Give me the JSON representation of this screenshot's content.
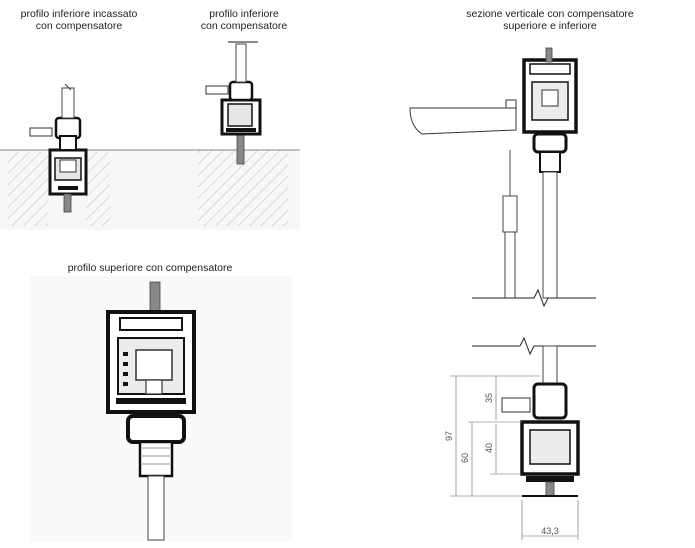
{
  "captions": {
    "recessed_bottom": [
      "profilo inferiore incassato",
      "con compensatore"
    ],
    "bottom": [
      "profilo inferiore",
      "con compensatore"
    ],
    "vertical_section": [
      "sezione verticale con compensatore",
      "superiore e inferiore"
    ],
    "top": [
      "profilo superiore con compensatore"
    ]
  },
  "dimensions": {
    "d35": "35",
    "d40": "40",
    "d60": "60",
    "d97": "97",
    "width": "43,3"
  }
}
